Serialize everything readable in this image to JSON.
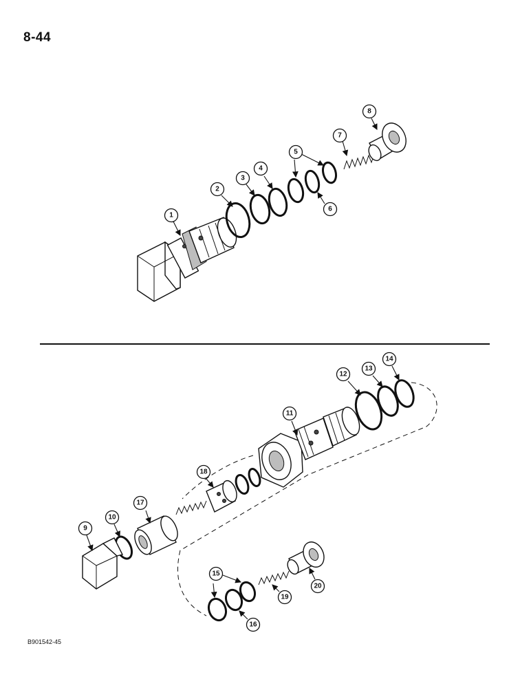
{
  "page_number": "8-44",
  "figure_code": "B901542-45",
  "callouts": {
    "c1": "1",
    "c2": "2",
    "c3": "3",
    "c4": "4",
    "c5": "5",
    "c6": "6",
    "c7": "7",
    "c8": "8",
    "c9": "9",
    "c10": "10",
    "c11": "11",
    "c12": "12",
    "c13": "13",
    "c14": "14",
    "c15": "15",
    "c16": "16",
    "c17": "17",
    "c18": "18",
    "c19": "19",
    "c20": "20"
  }
}
